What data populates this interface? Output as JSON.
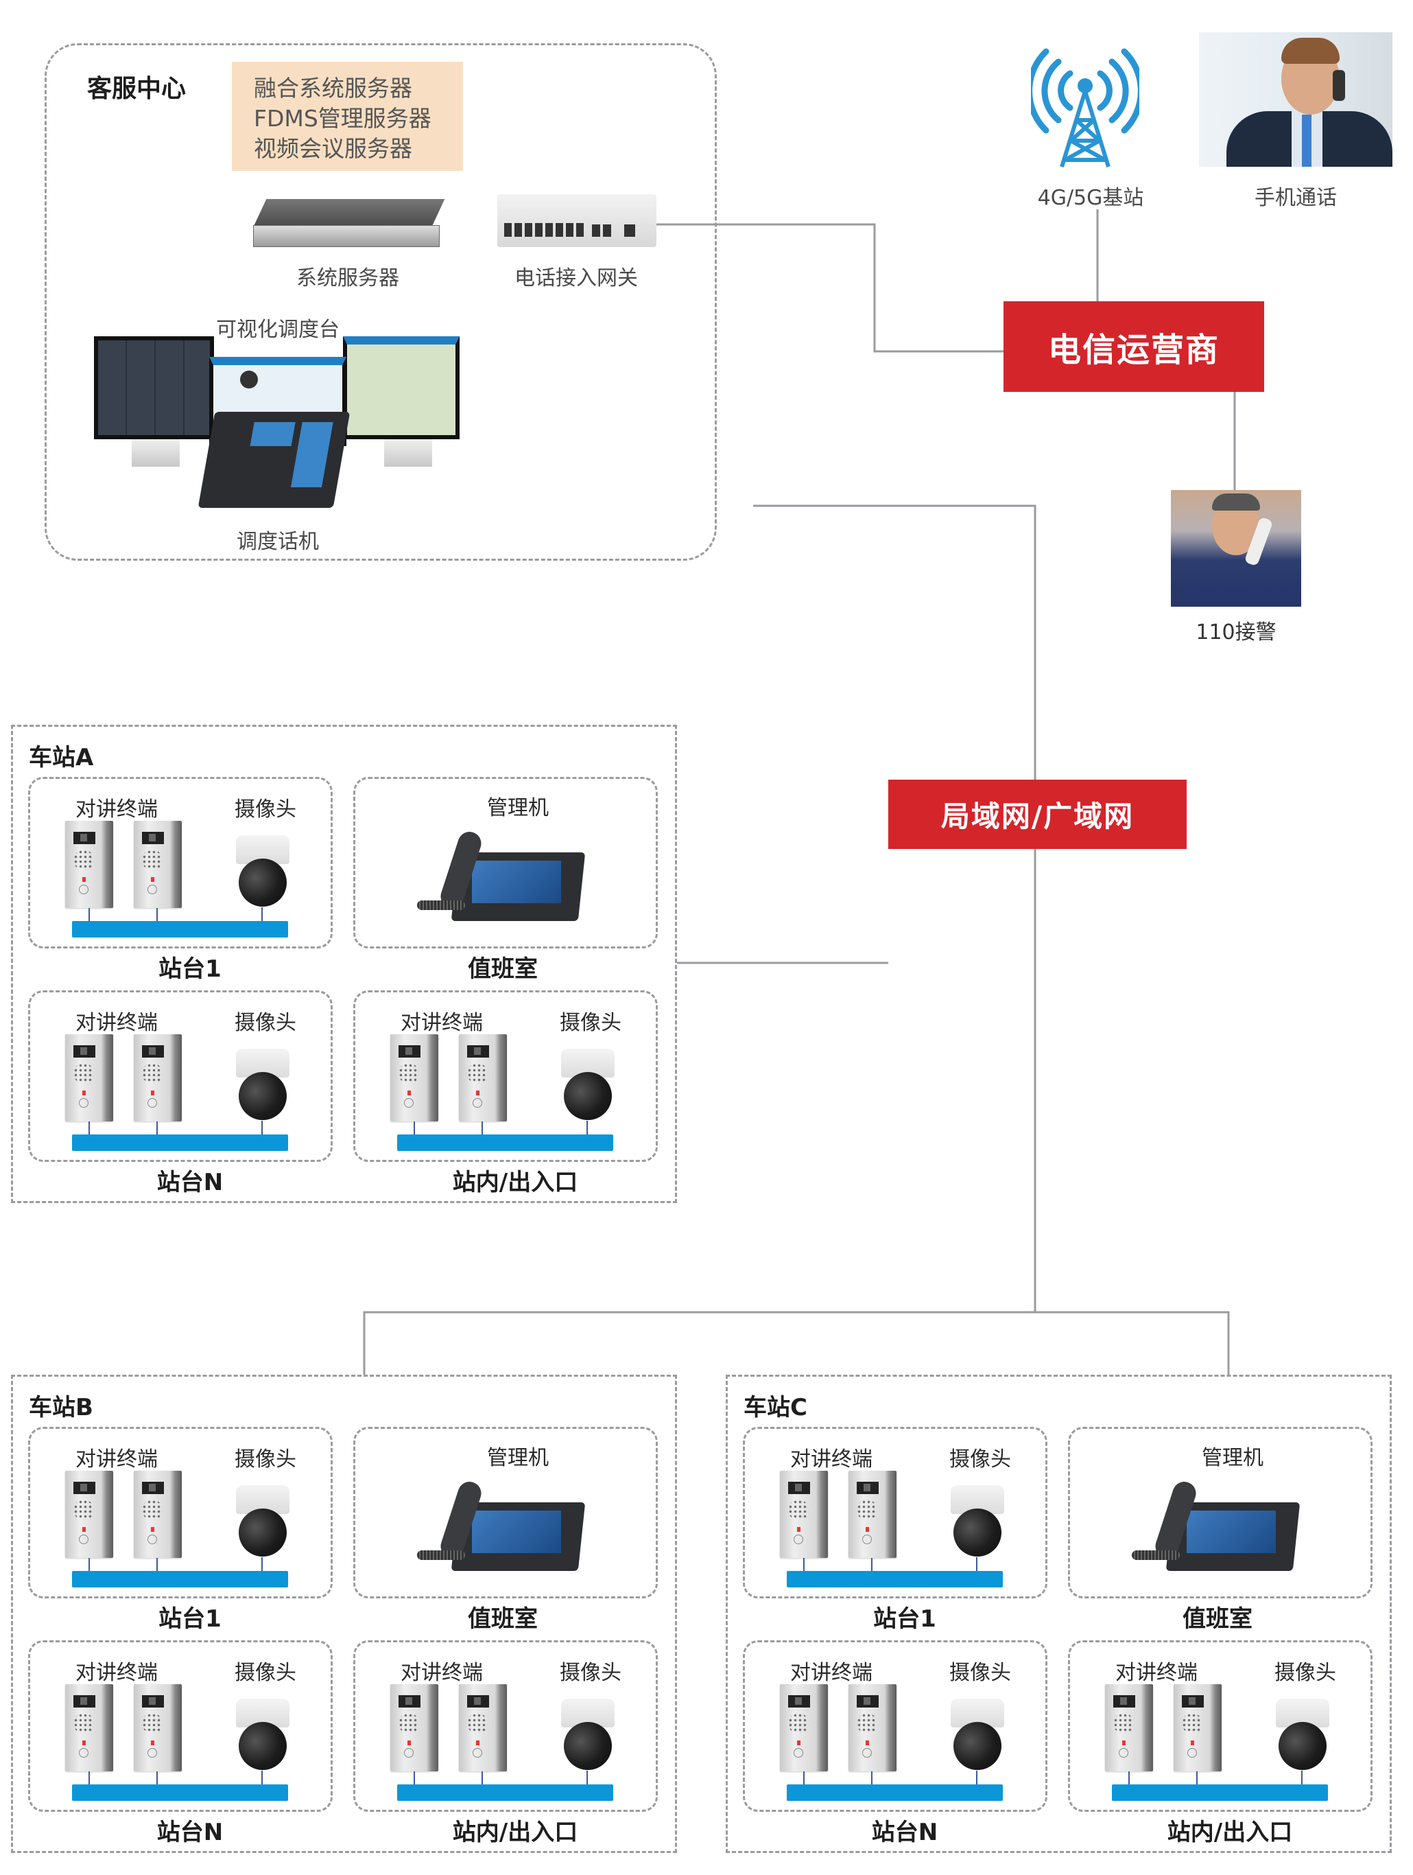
{
  "service_center": {
    "title": "客服中心",
    "server_list": [
      "融合系统服务器",
      "FDMS管理服务器",
      "视频会议服务器"
    ],
    "system_server_label": "系统服务器",
    "gateway_label": "电话接入网关",
    "dispatch_console_label": "可视化调度台",
    "dispatch_phone_label": "调度话机"
  },
  "external": {
    "base_station_label": "4G/5G基站",
    "mobile_call_label": "手机通话",
    "carrier_label": "电信运营商",
    "police_label": "110接警"
  },
  "network": {
    "lan_wan_label": "局域网/广域网"
  },
  "colors": {
    "red_box": "#d4252b",
    "bus_blue": "#0a96d8",
    "line_gray": "#9a9b9f",
    "server_list_bg": "#f8dfc3"
  },
  "stations": [
    {
      "name": "车站A",
      "zones": [
        {
          "type": "platform",
          "title": "站台1",
          "intercom_label": "对讲终端",
          "camera_label": "摄像头"
        },
        {
          "type": "office",
          "title": "值班室",
          "device_label": "管理机"
        },
        {
          "type": "platform",
          "title": "站台N",
          "intercom_label": "对讲终端",
          "camera_label": "摄像头"
        },
        {
          "type": "platform",
          "title": "站内/出入口",
          "intercom_label": "对讲终端",
          "camera_label": "摄像头"
        }
      ]
    },
    {
      "name": "车站B",
      "zones": [
        {
          "type": "platform",
          "title": "站台1",
          "intercom_label": "对讲终端",
          "camera_label": "摄像头"
        },
        {
          "type": "office",
          "title": "值班室",
          "device_label": "管理机"
        },
        {
          "type": "platform",
          "title": "站台N",
          "intercom_label": "对讲终端",
          "camera_label": "摄像头"
        },
        {
          "type": "platform",
          "title": "站内/出入口",
          "intercom_label": "对讲终端",
          "camera_label": "摄像头"
        }
      ]
    },
    {
      "name": "车站C",
      "zones": [
        {
          "type": "platform",
          "title": "站台1",
          "intercom_label": "对讲终端",
          "camera_label": "摄像头"
        },
        {
          "type": "office",
          "title": "值班室",
          "device_label": "管理机"
        },
        {
          "type": "platform",
          "title": "站台N",
          "intercom_label": "对讲终端",
          "camera_label": "摄像头"
        },
        {
          "type": "platform",
          "title": "站内/出入口",
          "intercom_label": "对讲终端",
          "camera_label": "摄像头"
        }
      ]
    }
  ]
}
